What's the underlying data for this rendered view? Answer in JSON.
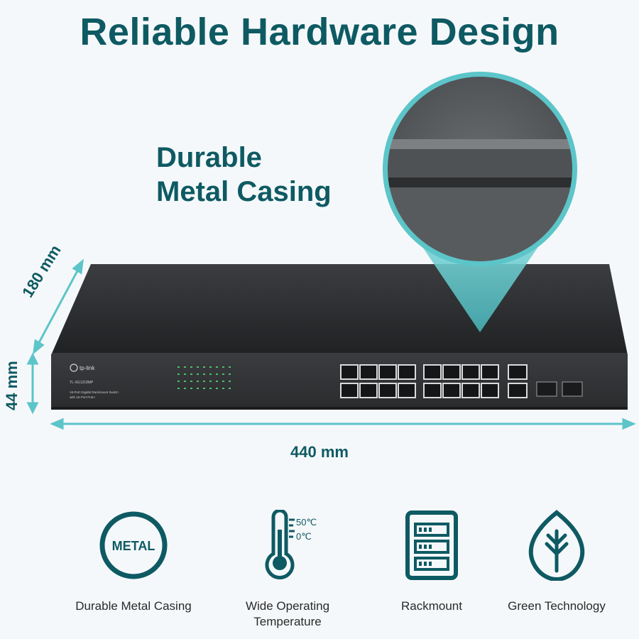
{
  "header": {
    "title": "Reliable Hardware Design"
  },
  "callout": {
    "line1": "Durable",
    "line2": "Metal Casing"
  },
  "dimensions": {
    "depth": "180 mm",
    "height": "44 mm",
    "width": "440 mm"
  },
  "device": {
    "brand": "tp-link",
    "model": "TL-SG1218MP",
    "description_line1": "18-Port Gigabit Rackmount Switch",
    "description_line2": "with 16-Port PoE+"
  },
  "features": [
    {
      "label": "Durable Metal Casing",
      "icon": "metal-badge-icon",
      "badge_text": "METAL"
    },
    {
      "label_line1": "Wide Operating",
      "label_line2": "Temperature",
      "icon": "thermometer-icon",
      "temp_high": "50℃",
      "temp_low": "0℃"
    },
    {
      "label": "Rackmount",
      "icon": "rackmount-icon"
    },
    {
      "label": "Green Technology",
      "icon": "leaf-icon"
    }
  ],
  "colors": {
    "brand_teal": "#0e5a63",
    "accent_cyan": "#5cc5c9",
    "device_body": "#2b2d30"
  }
}
